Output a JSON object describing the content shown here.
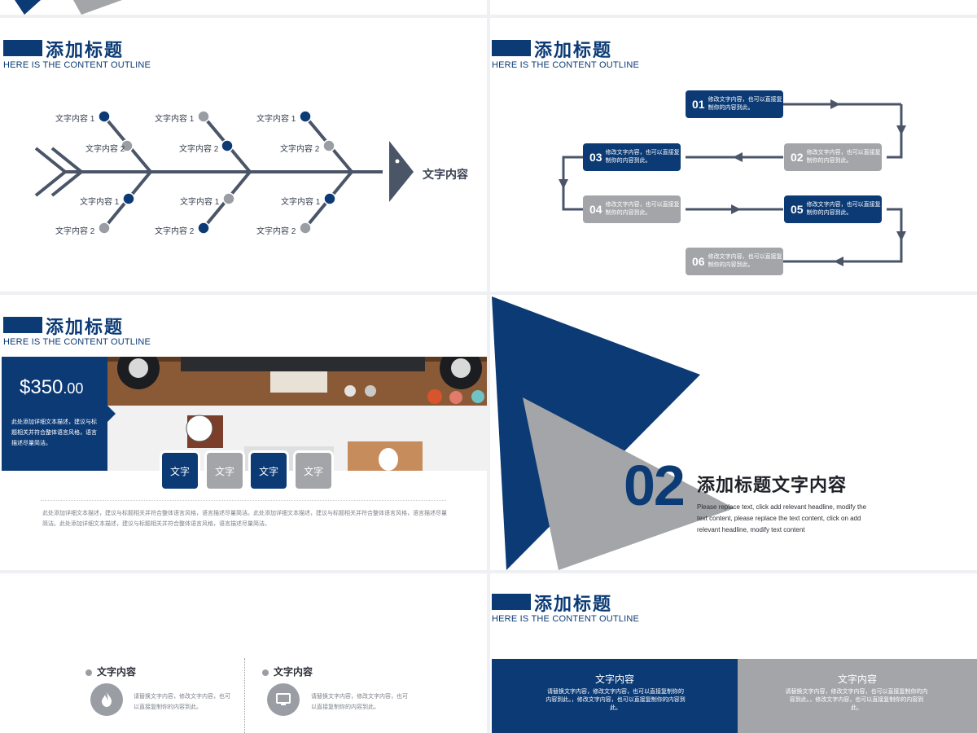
{
  "header": {
    "title": "添加标题",
    "subtitle": "HERE IS THE CONTENT OUTLINE"
  },
  "fishbone": {
    "labels_top": [
      "文字内容 1",
      "文字内容 2",
      "文字内容 1",
      "文字内容 2",
      "文字内容 1",
      "文字内容 2"
    ],
    "labels_bottom": [
      "文字内容 1",
      "文字内容 2",
      "文字内容 1",
      "文字内容 2",
      "文字内容 1",
      "文字内容 2"
    ],
    "end_label": "文字内容"
  },
  "process": {
    "steps": [
      {
        "num": "01",
        "text": "修改文字内容，也可以直接复制你的内容到此。"
      },
      {
        "num": "02",
        "text": "修改文字内容，也可以直接复制你的内容到此。"
      },
      {
        "num": "03",
        "text": "修改文字内容，也可以直接复制你的内容到此。"
      },
      {
        "num": "04",
        "text": "修改文字内容，也可以直接复制你的内容到此。"
      },
      {
        "num": "05",
        "text": "修改文字内容，也可以直接复制你的内容到此。"
      },
      {
        "num": "06",
        "text": "修改文字内容，也可以直接复制你的内容到此。"
      }
    ]
  },
  "pricing": {
    "price_main": "$350",
    "price_cents": ".00",
    "desc": "此处添加详细文本描述，建议与标题相关并符合整体语言风格，语言描述尽量简洁。",
    "tiles": [
      "文字",
      "文字",
      "文字",
      "文字"
    ],
    "paragraph": "此处添加详细文本描述，建议与标题相关并符合整体语言风格，语言描述尽量简洁。此处添加详细文本描述，建议与标题相关并符合整体语言风格，语言描述尽量简洁。此处添加详细文本描述，建议与标题相关并符合整体语言风格，语言描述尽量简洁。"
  },
  "section": {
    "number": "02",
    "title": "添加标题文字内容",
    "desc": "Please replace text, click add relevant headline, modify the text content, please replace the text content, click on add relevant headline, modify text content"
  },
  "features": [
    {
      "title": "文字内容",
      "icon": "flame-icon",
      "text": "请替换文字内容，修改文字内容，也可以直接复制你的内容到此。"
    },
    {
      "title": "文字内容",
      "icon": "monitor-icon",
      "text": "请替换文字内容，修改文字内容，也可以直接复制你的内容到此。"
    }
  ],
  "split": {
    "left_title": "文字内容",
    "left_text": "请替换文字内容，修改文字内容，也可以直接复制你的内容到此。，修改文字内容，也可以直接复制你的内容到此。",
    "right_title": "文字内容",
    "right_text": "请替换文字内容，修改文字内容，也可以直接复制你的内容到此。，修改文字内容，也可以直接复制你的内容到此。"
  },
  "colors": {
    "primary": "#0b3a75",
    "secondary": "#a3a5a8"
  }
}
